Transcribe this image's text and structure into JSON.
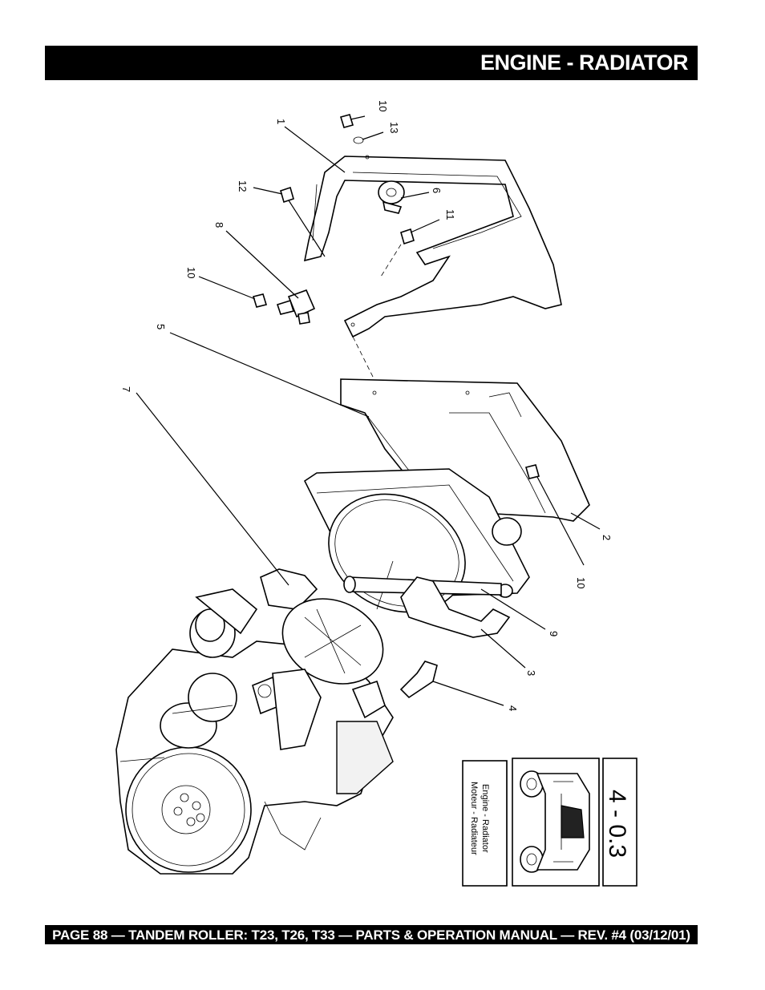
{
  "header": {
    "title": "ENGINE - RADIATOR"
  },
  "footer": {
    "text": "PAGE 88 — TANDEM ROLLER: T23, T26, T33 — PARTS & OPERATION MANUAL — REV. #4 (03/12/01)"
  },
  "callouts": {
    "c1": "1",
    "c2": "2",
    "c3": "3",
    "c4": "4",
    "c5": "5",
    "c6": "6",
    "c7": "7",
    "c8": "8",
    "c9": "9",
    "c10a": "10",
    "c10b": "10",
    "c10c": "10",
    "c11": "11",
    "c12": "12",
    "c13": "13"
  },
  "reference_box": {
    "number": "4 - 0.3",
    "label_en": "Engine - Radiator",
    "label_fr": "Moteur - Radiateur"
  }
}
